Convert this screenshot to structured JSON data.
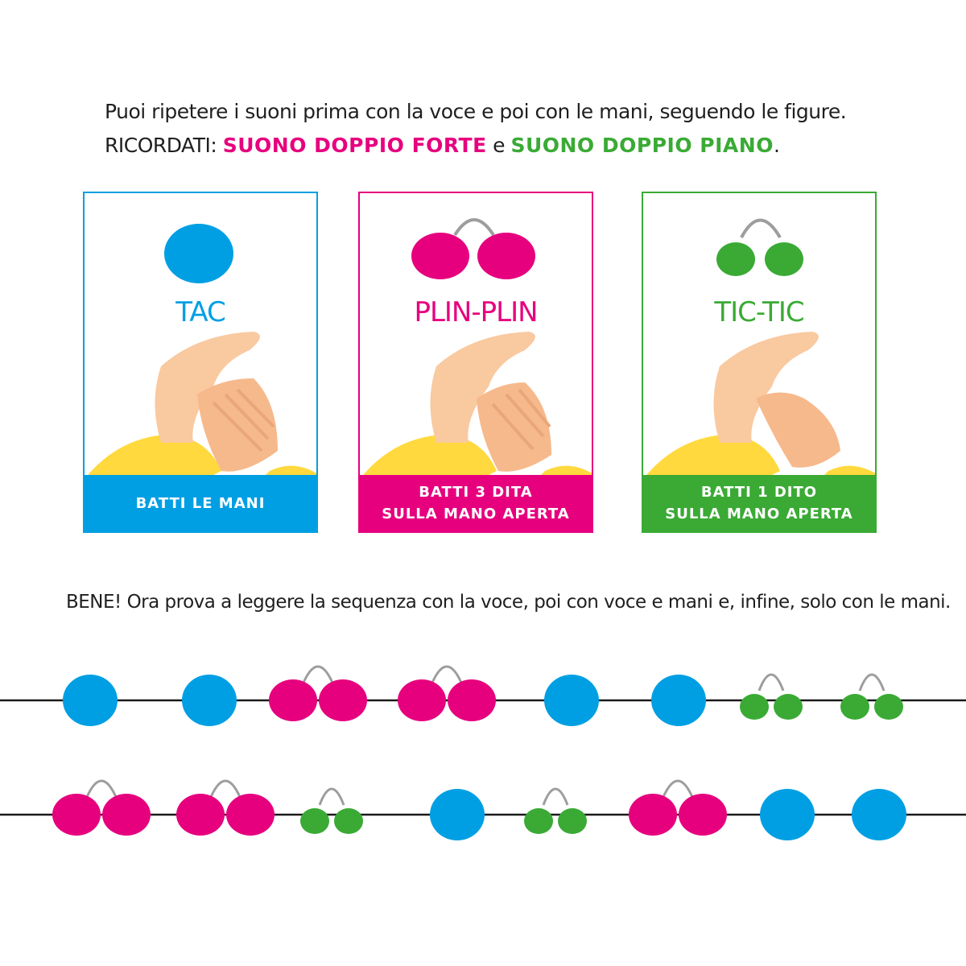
{
  "intro": {
    "line1": "Puoi ripetere i suoni prima con la voce e poi con le mani, seguendo le figure.",
    "line2_prefix": "RICORDATI: ",
    "line2_pink": "SUONO DOPPIO FORTE",
    "line2_mid": " e ",
    "line2_green": "SUONO DOPPIO PIANO",
    "line2_end": "."
  },
  "colors": {
    "tac": "#009fe3",
    "plin": "#e6007e",
    "tic": "#3aaa35",
    "arc": "#9d9d9d",
    "line": "#1a1a1a"
  },
  "cards": [
    {
      "id": "tac",
      "name": "TAC",
      "symbol": "single-circle",
      "caption_line1": "BATTI LE MANI",
      "caption_line2": ""
    },
    {
      "id": "plin",
      "name": "PLIN-PLIN",
      "symbol": "double-circle-large",
      "caption_line1": "BATTI 3 DITA",
      "caption_line2": "SULLA MANO APERTA"
    },
    {
      "id": "tic",
      "name": "TIC-TIC",
      "symbol": "double-circle-small",
      "caption_line1": "BATTI 1 DITO",
      "caption_line2": "SULLA MANO APERTA"
    }
  ],
  "bene_text": "BENE! Ora prova a leggere la sequenza con la voce, poi con voce e mani e, infine, solo con le mani.",
  "sequence": {
    "row1": [
      "tac",
      "tac",
      "plin",
      "plin",
      "tac",
      "tac",
      "tic",
      "tic"
    ],
    "row2": [
      "plin",
      "plin",
      "tic",
      "tac",
      "tic",
      "plin",
      "tac",
      "tac"
    ]
  }
}
